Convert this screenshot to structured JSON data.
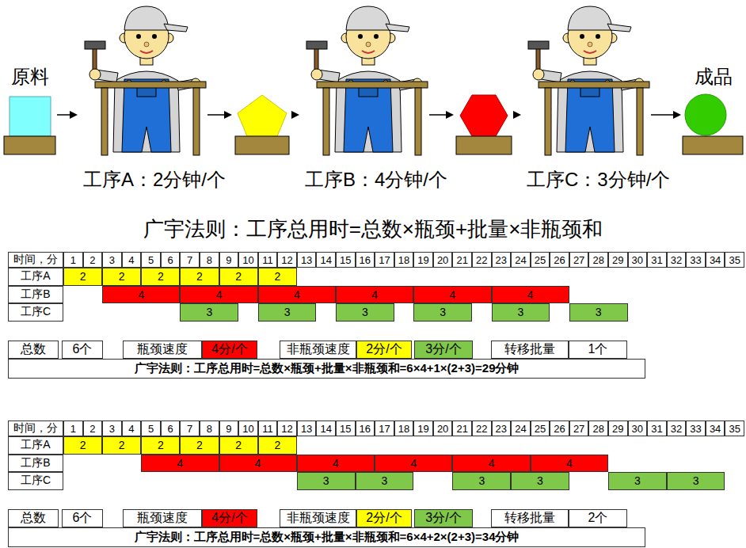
{
  "diagram": {
    "title": "广宇法则：工序总用时=总数×瓶颈+批量×非瓶颈和",
    "nodes": [
      {
        "text": [
          "原料"
        ]
      },
      {
        "text": [
          "工序A：2分钟/个"
        ]
      },
      {
        "text": [
          "工序B：4分钟/个"
        ]
      },
      {
        "text": [
          "工序C：3分钟/个"
        ]
      },
      {
        "text": [
          "成品"
        ]
      }
    ],
    "edges": [
      {
        "from": 0,
        "to": 1,
        "arrow": "to"
      },
      {
        "from": 1,
        "to": 2,
        "arrow": "to"
      },
      {
        "from": 2,
        "to": 3,
        "arrow": "to"
      },
      {
        "from": 3,
        "to": 4,
        "arrow": "to"
      }
    ],
    "labels": [
      "时间，分",
      "1",
      "2",
      "3",
      "4",
      "5",
      "6",
      "7",
      "8",
      "9",
      "10",
      "11",
      "12",
      "13",
      "14",
      "15",
      "16",
      "17",
      "18",
      "19",
      "20",
      "21",
      "22",
      "23",
      "24",
      "25",
      "26",
      "27",
      "28",
      "29",
      "30",
      "31",
      "32",
      "33",
      "34",
      "35",
      "工序A",
      "2",
      "2",
      "2",
      "2",
      "2",
      "2",
      "工序B",
      "4",
      "4",
      "4",
      "4",
      "4",
      "4",
      "工序C",
      "3",
      "3",
      "3",
      "3",
      "3",
      "3",
      "总数",
      "6个",
      "瓶颈速度",
      "4分/个",
      "非瓶颈速度",
      "2分/个",
      "3分/个",
      "转移批量",
      "1个",
      "广宇法则：工序总用时=总数×瓶颈+批量×非瓶颈和=6×4+1×(2+3)=29分钟",
      "时间，分",
      "1",
      "2",
      "3",
      "4",
      "5",
      "6",
      "7",
      "8",
      "9",
      "10",
      "11",
      "12",
      "13",
      "14",
      "15",
      "16",
      "17",
      "18",
      "19",
      "20",
      "21",
      "22",
      "23",
      "24",
      "25",
      "26",
      "27",
      "28",
      "29",
      "30",
      "31",
      "32",
      "33",
      "34",
      "35",
      "工序A",
      "2",
      "2",
      "2",
      "2",
      "2",
      "2",
      "工序B",
      "4",
      "4",
      "4",
      "4",
      "4",
      "4",
      "工序C",
      "3",
      "3",
      "3",
      "3",
      "3",
      "3",
      "总数",
      "6个",
      "瓶颈速度",
      "4分/个",
      "非瓶颈速度",
      "2分/个",
      "3分/个",
      "转移批量",
      "2个",
      "广宇法则：工序总用时=总数×瓶颈+批量×非瓶颈和=6×4+2×(2+3)=34分钟"
    ]
  }
}
